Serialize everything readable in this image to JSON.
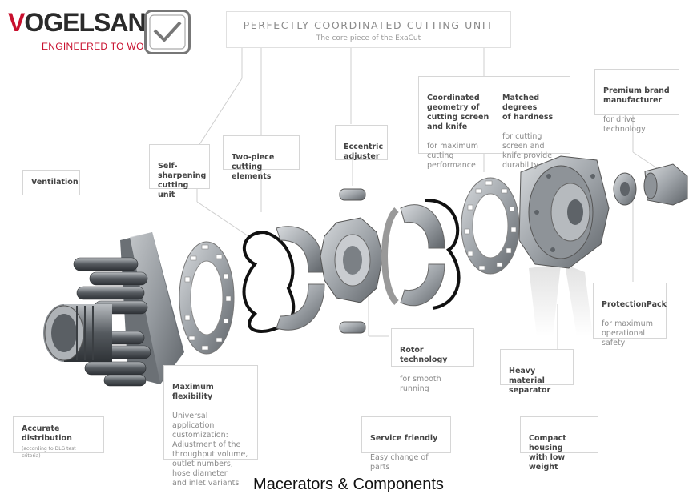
{
  "brand": {
    "name_v": "V",
    "name_rest": "OGELSANG",
    "tagline": "ENGINEERED TO WORK"
  },
  "header": {
    "title": "PERFECTLY COORDINATED CUTTING UNIT",
    "subtitle": "The core piece of the ExaCut"
  },
  "labels": {
    "ventilation": {
      "title": "Ventilation"
    },
    "self_sharpening": {
      "title": "Self-\nsharpening\ncutting unit"
    },
    "two_piece": {
      "title": "Two-piece\ncutting elements"
    },
    "eccentric": {
      "title": "Eccentric\nadjuster"
    },
    "coordinated": {
      "title": "Coordinated\ngeometry of\ncutting screen\nand knife",
      "sub": "for maximum\ncutting performance"
    },
    "matched": {
      "title": "Matched degrees\nof hardness",
      "sub": "for cutting\nscreen and\nknife provide\ndurability"
    },
    "premium": {
      "title": "Premium brand\nmanufacturer",
      "sub": "for drive technology"
    },
    "rotor": {
      "title": "Rotor technology",
      "sub": "for smooth running"
    },
    "protection": {
      "title": "ProtectionPack",
      "sub": "for maximum\noperational\nsafety"
    },
    "heavy": {
      "title": "Heavy material\nseparator"
    },
    "max_flex": {
      "title": "Maximum flexibility",
      "sub": "Universal application\ncustomization:\nAdjustment of the\nthroughput volume,\noutlet numbers,\nhose diameter\nand inlet variants"
    },
    "accurate": {
      "title": "Accurate distribution",
      "sub": "(according to DLG test criteria)"
    },
    "service": {
      "title": "Service friendly",
      "sub": "Easy change of parts"
    },
    "compact": {
      "title": "Compact housing\nwith low weight"
    }
  },
  "caption": "Macerators & Components",
  "colors": {
    "brand_red": "#c8102e",
    "metal": "#9ea3a8",
    "dark_metal": "#5e6368",
    "line": "#cfcfcf"
  }
}
